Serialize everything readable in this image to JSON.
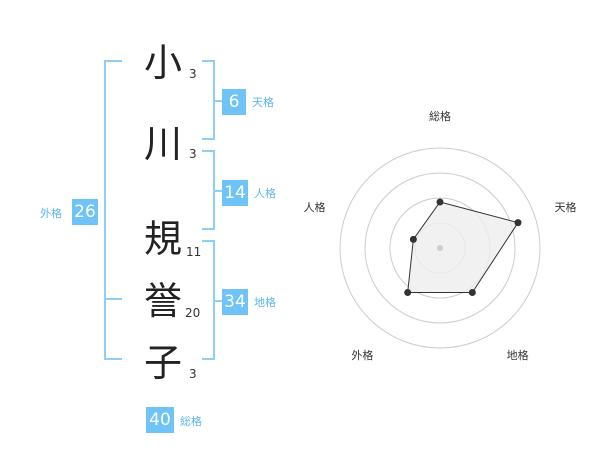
{
  "name_chars": [
    {
      "char": "小",
      "strokes": "3"
    },
    {
      "char": "川",
      "strokes": "3"
    },
    {
      "char": "規",
      "strokes": "11"
    },
    {
      "char": "誉",
      "strokes": "20"
    },
    {
      "char": "子",
      "strokes": "3"
    }
  ],
  "fortunes": {
    "tenkaku": {
      "value": "6",
      "label": "天格"
    },
    "jinkaku": {
      "value": "14",
      "label": "人格"
    },
    "chikaku": {
      "value": "34",
      "label": "地格"
    },
    "gaikaku": {
      "value": "26",
      "label": "外格"
    },
    "soukaku": {
      "value": "40",
      "label": "総格"
    }
  },
  "colors": {
    "accent": "#6fc3f7",
    "bracket": "#8fcff7",
    "text": "#222222"
  },
  "chart_data": {
    "type": "radar",
    "axes": [
      "総格",
      "天格",
      "地格",
      "外格",
      "人格"
    ],
    "values": [
      0.46,
      0.82,
      0.55,
      0.55,
      0.28
    ],
    "rings": 4
  }
}
